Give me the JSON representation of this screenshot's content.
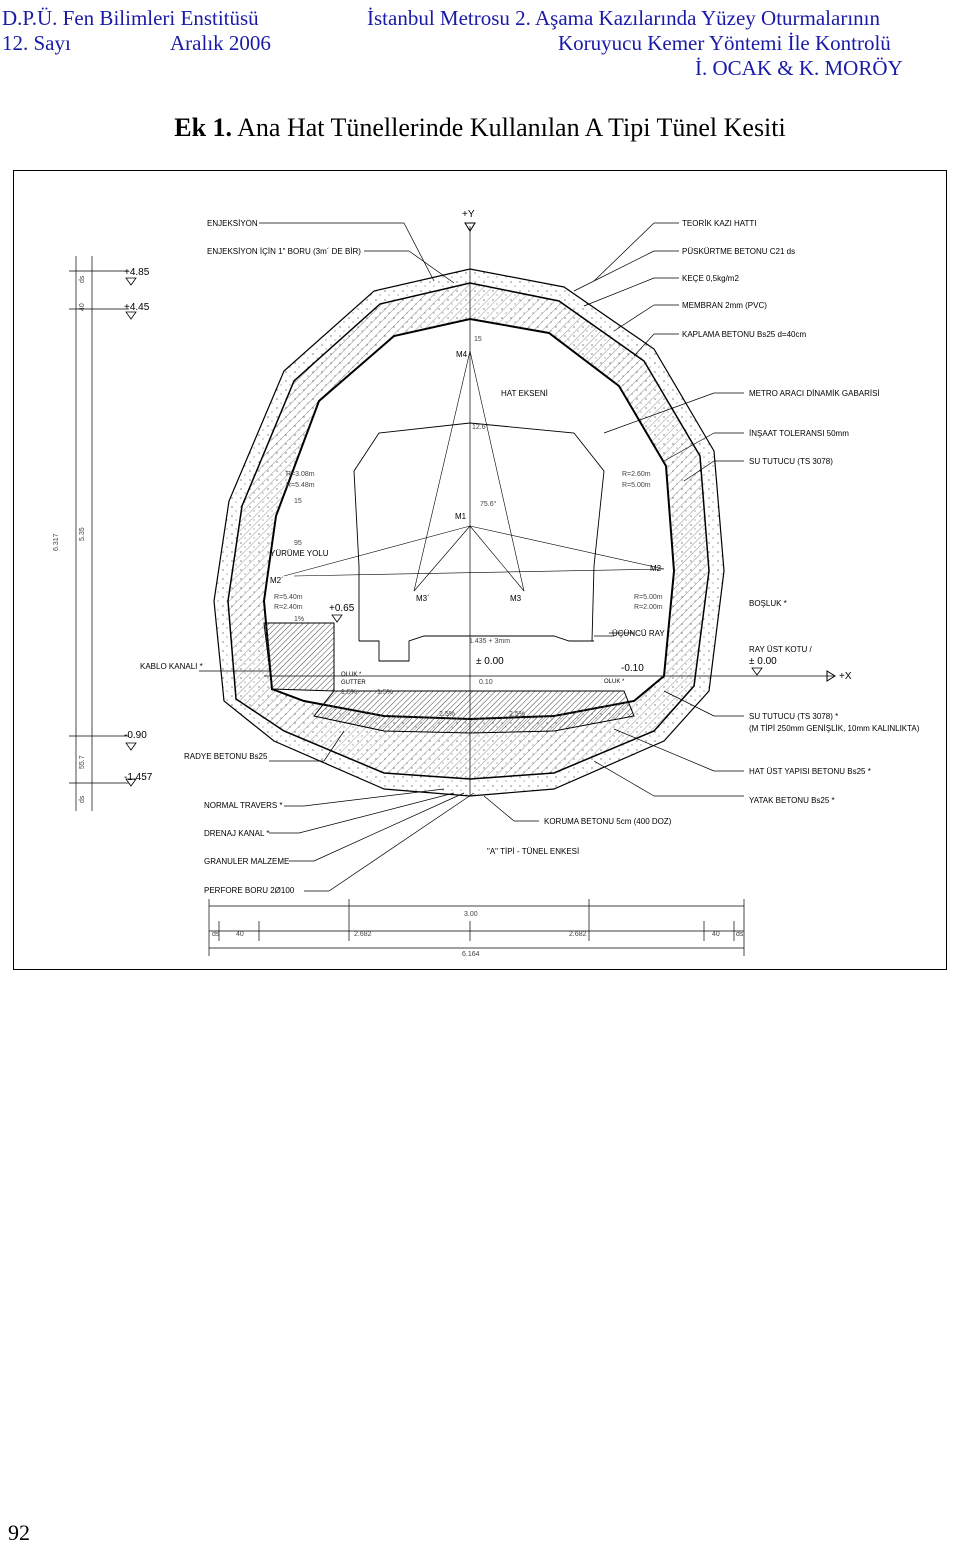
{
  "header": {
    "left_line1": "D.P.Ü. Fen Bilimleri Enstitüsü",
    "left_line2a": "12. Sayı",
    "left_line2b": "Aralık 2006",
    "right_line1": "İstanbul Metrosu 2. Aşama Kazılarında Yüzey Oturmalarının",
    "right_line2": "Koruyucu Kemer Yöntemi İle Kontrolü",
    "right_line3": "İ. OCAK & K. MORÖY"
  },
  "title": {
    "prefix": "Ek 1.",
    "text": " Ana Hat Tünellerinde Kullanılan A Tipi Tünel Kesiti"
  },
  "drawing": {
    "labels_top_left": [
      "ENJEKSİYON",
      "ENJEKSİYON İÇİN 1\" BORU (3m´ DE BİR)"
    ],
    "axis_y": "+Y",
    "axis_x": "+X",
    "labels_right": [
      "TEORİK KAZI HATTI",
      "PÜSKÜRTME BETONU C21  ds",
      "KEÇE  0,5kg/m2",
      "MEMBRAN  2mm (PVC)",
      "KAPLAMA BETONU  Bs25  d=40cm",
      "METRO ARACI DİNAMİK GABARİSİ",
      "İNŞAAT TOLERANSI  50mm",
      "SU TUTUCU (TS 3078)"
    ],
    "label_hat_ekseni": "HAT EKSENİ",
    "levels_left": [
      "+4.85",
      "+4.45",
      "-0.90",
      "-1.457"
    ],
    "centers": {
      "m4": "M4",
      "m1": "M1",
      "m2_left": "M2´",
      "m2_right": "M2",
      "m3_left": "M3´",
      "m3_right": "M3"
    },
    "radius_labels": [
      "R=3.08m",
      "R=5.48m",
      "R=2.60m",
      "R=5.00m",
      "R=5.40m",
      "R=2.40m",
      "R=5.00m",
      "R=2.00m"
    ],
    "small_dims": [
      "15",
      "15",
      "95",
      "1.435 + 3mm",
      "0.10",
      "2.5%",
      "2.5%",
      "1%",
      "1.5%",
      "1.5%",
      "12.6°",
      "75.6°"
    ],
    "label_yurume": "YÜRÜME YOLU",
    "level_065": "+0.65",
    "level_000": "± 0.00",
    "level_010": "-0.10",
    "label_ucuncu_ray": "ÜÇÜNCÜ RAY *",
    "label_bosluk": "BOŞLUK *",
    "label_kablo": "KABLO KANALI *",
    "label_oluk_left": "OLUK *",
    "label_gutter": "GUTTER",
    "label_oluk_right": "OLUK *",
    "label_ray_ust_kotu": "RAY ÜST KOTU /",
    "label_ray_ust_kotu_val": "± 0.00",
    "label_su_tutucu_2a": "SU TUTUCU (TS 3078) *",
    "label_su_tutucu_2b": "(M TİPİ 250mm GENİŞLİK, 10mm KALINLIKTA)",
    "label_radye": "RADYE BETONU  Bs25",
    "label_hat_ust": "HAT ÜST YAPISI BETONU  Bs25 *",
    "label_yatak": "YATAK BETONU  Bs25 *",
    "label_normal_travers": "NORMAL TRAVERS *",
    "label_koruma": "KORUMA BETONU  5cm  (400 DOZ)",
    "label_drenaj": "DRENAJ KANAL *",
    "label_a_tipi": "\"A\" TİPİ - TÜNEL ENKESİ",
    "label_granuler": "GRANULER MALZEME",
    "label_perfore": "PERFORE BORU 2Ø100",
    "left_dims": [
      "ds",
      "40",
      "6.317",
      "5.35",
      "55.7",
      "ds"
    ],
    "bottom_dims_row1": "3.00",
    "bottom_dims_row2": [
      "ds",
      "40",
      "2.682",
      "2.682",
      "40",
      "ds"
    ],
    "bottom_dims_row3": "6.164"
  },
  "page_number": "92",
  "colors": {
    "header_text": "#1a1aa8",
    "line": "#000000",
    "hatch_grey": "#888888"
  }
}
